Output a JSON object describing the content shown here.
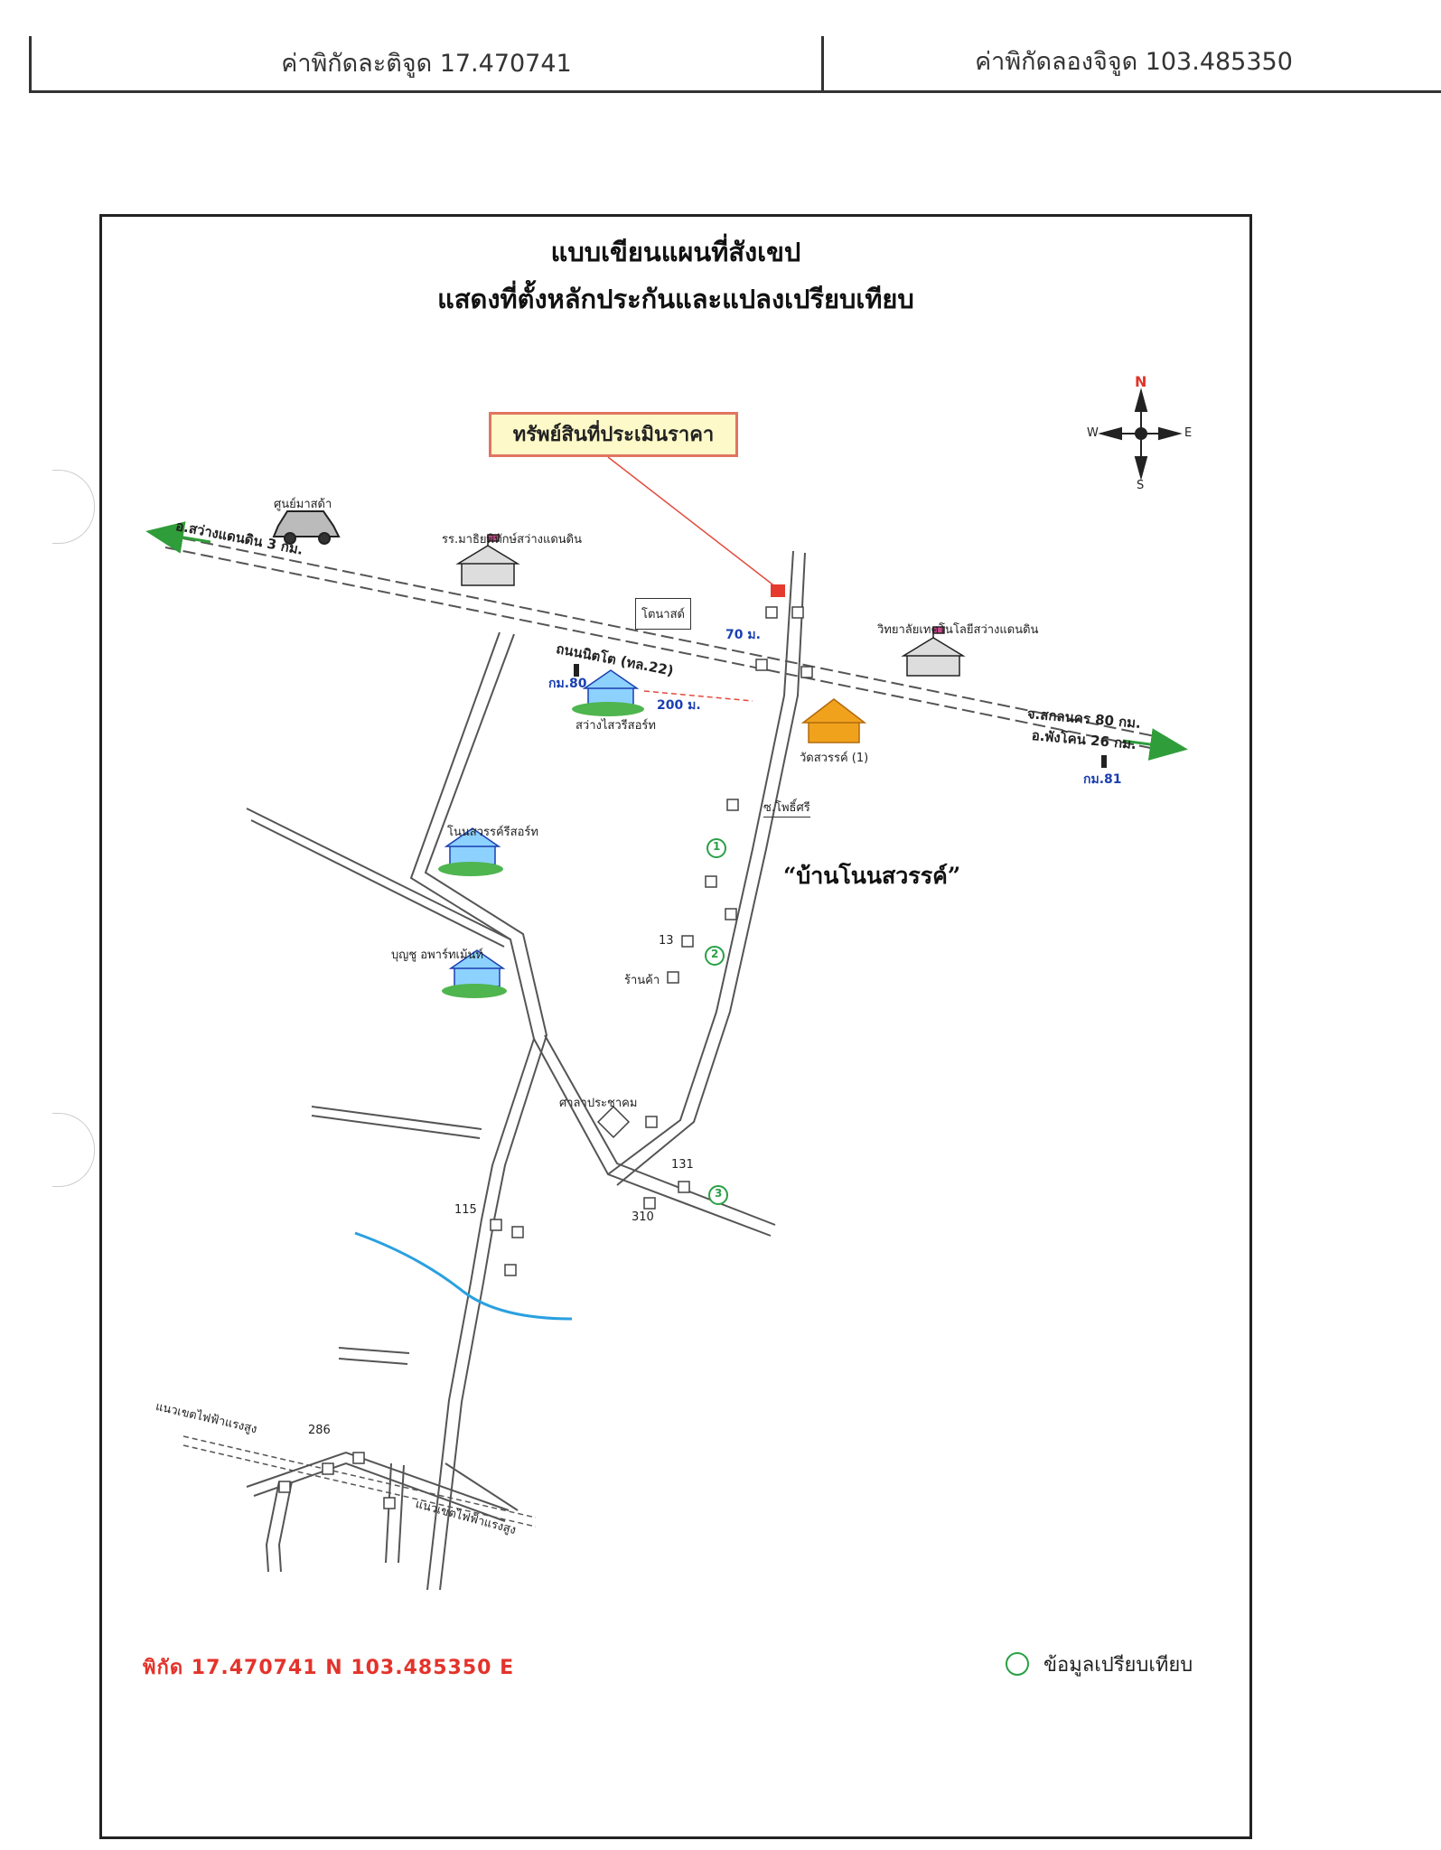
{
  "header": {
    "latitude_label": "ค่าพิกัดละติจูด 17.470741",
    "longitude_label": "ค่าพิกัดลองจิจูด 103.485350"
  },
  "map": {
    "title_line1": "แบบเขียนแผนที่สังเขป",
    "title_line2": "แสดงที่ตั้งหลักประกันและแปลงเปรียบเทียบ",
    "callout": "ทรัพย์สินที่ประเมินราคา",
    "compass": {
      "n": "N",
      "s": "S",
      "e": "E",
      "w": "W"
    },
    "village": "“บ้านโนนสวรรค์”",
    "labels": {
      "mazda": "ศูนย์มาสด้า",
      "school": "รร.มาธิยพิทักษ์สว่างแดนดิน",
      "toyota": "โตนาสด์",
      "college": "วิทยาลัยเทคโนโลยีสว่างแดนดิน",
      "road_name": "ถนนนิตโต (ทล.22)",
      "dist_70": "70 ม.",
      "km80": "กม.80",
      "km81": "กม.81",
      "dist_200": "200 ม.",
      "housing1": "สว่างไสวรีสอร์ท",
      "temple": "วัดสวรรค์ (1)",
      "to_sawang": "อ.สว่างแดนดิน 3 กม.",
      "to_sakon": "จ.สกลนคร 80 กม.",
      "to_phang": "อ.พังโคน 26 กม.",
      "soi": "ซ.โพธิ์ศรี",
      "housing2": "โนนสวรรค์รีสอร์ท",
      "housing3": "บุญชู อพาร์ทเม้นท์",
      "house_13": "13",
      "shop": "ร้านค้า",
      "sala": "ศาลาประชาคม",
      "house_131": "131",
      "house_310": "310",
      "house_115": "115",
      "house_286": "286",
      "powerline1": "แนวเขตไฟฟ้าแรงสูง",
      "powerline2": "แนวเขตไฟฟ้าแรงสูง",
      "num1": "1",
      "num2": "2",
      "num3": "3"
    },
    "coordinates": "พิกัด 17.470741 N 103.485350 E",
    "legend": "ข้อมูลเปรียบเทียบ"
  }
}
